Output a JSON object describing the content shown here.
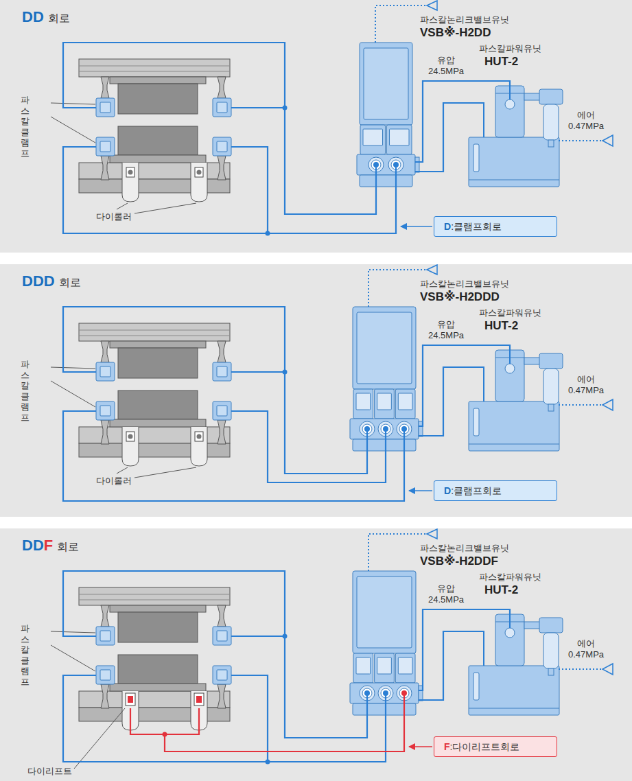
{
  "diagram": {
    "nodes": [
      {
        "text": [
          "DD",
          "회로"
        ]
      },
      {
        "text": [
          "파스칼논리크밸브유닛",
          "VSB※-H2DD"
        ],
        "in": 0
      },
      {
        "text": [
          "파스칼파워유닛",
          "HUT-2"
        ],
        "in": 0
      },
      {
        "text": [
          "D",
          ":클램프회로"
        ],
        "in": 0
      },
      {
        "text": [
          "DDD",
          "회로"
        ]
      },
      {
        "text": [
          "파스칼논리크밸브유닛",
          "VSB※-H2DDD"
        ],
        "in": 4
      },
      {
        "text": [
          "파스칼파워유닛",
          "HUT-2"
        ],
        "in": 4
      },
      {
        "text": [
          "D",
          ":클램프회로"
        ],
        "in": 4
      },
      {
        "text": [
          "DD",
          "F",
          "회로"
        ]
      },
      {
        "text": [
          "파스칼논리크밸브유닛",
          "VSB※-H2DDF"
        ],
        "in": 8
      },
      {
        "text": [
          "파스칼파워유닛",
          "HUT-2"
        ],
        "in": 8
      },
      {
        "text": [
          "F",
          ":다이리프트회로"
        ],
        "in": 8
      }
    ],
    "edges": [
      {
        "from": 1,
        "to": 2,
        "arrow": "none"
      },
      {
        "from": 1,
        "to": 2,
        "arrow": "none"
      },
      {
        "from": 5,
        "to": 6,
        "arrow": "none"
      },
      {
        "from": 5,
        "to": 6,
        "arrow": "none"
      },
      {
        "from": 9,
        "to": 10,
        "arrow": "none"
      },
      {
        "from": 9,
        "to": 10,
        "arrow": "none"
      }
    ],
    "labels": [
      "파스칼 클램프",
      "다이롤러",
      "유압 24.5MPa",
      "에어 0.47MPa",
      "파스칼 클램프",
      "다이롤러",
      "유압 24.5MPa",
      "에어 0.47MPa",
      "파스칼 클램프",
      "다이리프트",
      "유압 24.5MPa",
      "에어 0.47MPa"
    ]
  }
}
